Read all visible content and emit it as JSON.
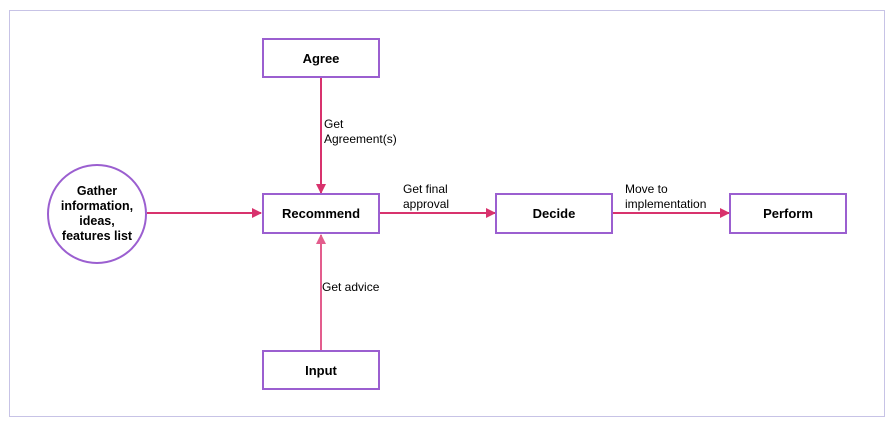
{
  "colors": {
    "node_border": "#9b5fd0",
    "arrow_primary": "#d8326d",
    "arrow_secondary": "#e35d8d",
    "frame_border": "#c7c3e6"
  },
  "nodes": {
    "gather": "Gather information, ideas, features list",
    "agree": "Agree",
    "recommend": "Recommend",
    "decide": "Decide",
    "perform": "Perform",
    "input": "Input"
  },
  "edges": {
    "agree_to_recommend": "Get Agreement(s)",
    "recommend_to_decide": "Get final approval",
    "decide_to_perform": "Move to implementation",
    "input_to_recommend": "Get advice"
  }
}
